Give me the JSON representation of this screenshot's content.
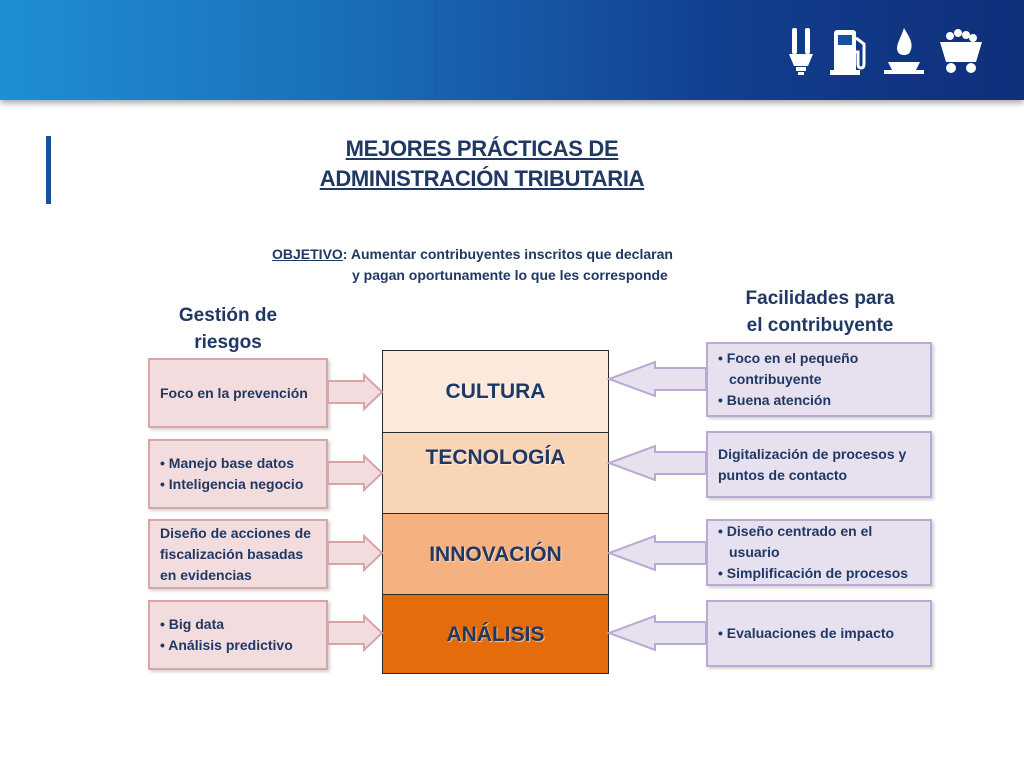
{
  "title": {
    "line1": "MEJORES PRÁCTICAS DE ",
    "line2": "ADMINISTRACIÓN TRIBUTARIA"
  },
  "objective": {
    "label": "OBJETIVO",
    "line1": ": Aumentar contribuyentes inscritos que declaran",
    "line2": "y pagan oportunamente lo que les corresponde"
  },
  "left_header": {
    "line1": "Gestión de",
    "line2": "riesgos"
  },
  "right_header": {
    "line1": "Facilidades para",
    "line2": "el contribuyente"
  },
  "layers": [
    {
      "label": "CULTURA",
      "color": "#fbe9dc"
    },
    {
      "label": "TECNOLOGÍA",
      "color": "#f9d5b8"
    },
    {
      "label": "INNOVACIÓN",
      "color": "#f5b17f"
    },
    {
      "label": "ANÁLISIS",
      "color": "#e46c0a"
    }
  ],
  "left_boxes": [
    {
      "text": "Foco en la prevención"
    },
    {
      "bullets": [
        "• Manejo base datos",
        "• Inteligencia negocio"
      ]
    },
    {
      "lines": [
        "Diseño de acciones de",
        "fiscalización basadas",
        "en evidencias"
      ]
    },
    {
      "bullets": [
        "• Big data",
        "• Análisis predictivo"
      ]
    }
  ],
  "right_boxes": [
    {
      "bullets": [
        "• Foco en el pequeño contribuyente",
        "• Buena atención"
      ]
    },
    {
      "lines": [
        "Digitalización de procesos y",
        "puntos de contacto"
      ]
    },
    {
      "bullets": [
        "• Diseño centrado en el usuario",
        "• Simplificación de procesos"
      ]
    },
    {
      "bullets": [
        "• Evaluaciones de impacto"
      ]
    }
  ],
  "banner_icons": [
    "light-bulb-icon",
    "fuel-pump-icon",
    "gas-flame-icon",
    "mining-cart-icon"
  ],
  "colors": {
    "banner": "#1a6db8",
    "title_text": "#1f3864",
    "left_box_fill": "#f2dcdd",
    "right_box_fill": "#e6e0ef"
  }
}
